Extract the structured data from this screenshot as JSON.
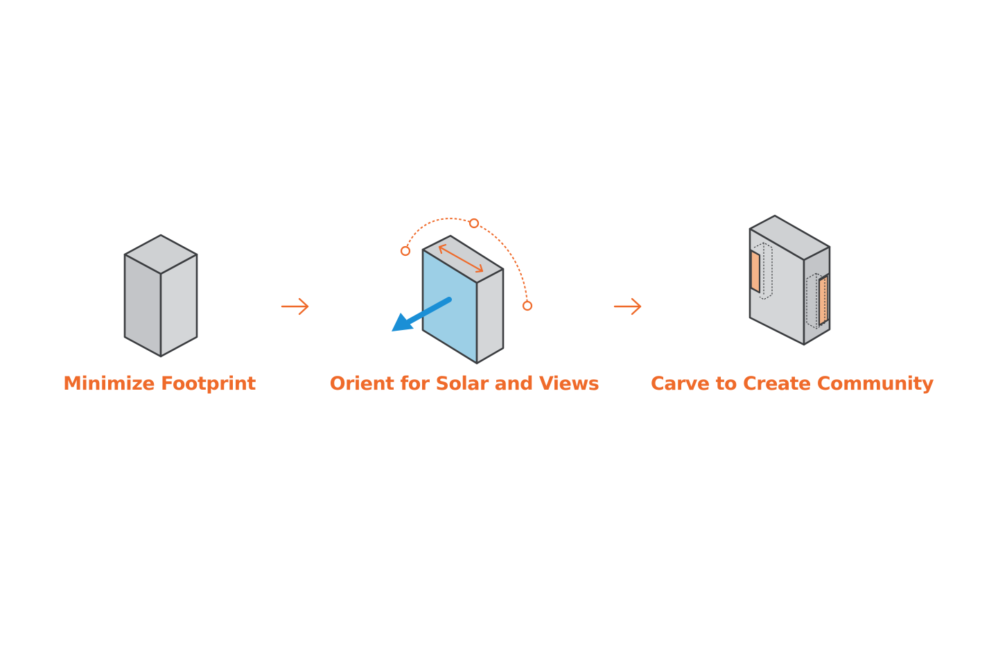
{
  "colors": {
    "accent": "#ef6a2a",
    "cube_top": "#cfd1d3",
    "cube_left": "#c3c5c8",
    "cube_right": "#d4d6d8",
    "outline": "#3b3d40",
    "glass": "#9ccfe6",
    "view_arrow": "#1a8fd6",
    "carve": "#f4b489"
  },
  "steps": [
    {
      "label": "Minimize Footprint",
      "icon": "tower-block-icon"
    },
    {
      "label": "Orient for Solar and Views",
      "icon": "oriented-block-icon"
    },
    {
      "label": "Carve to Create Community",
      "icon": "carved-block-icon"
    }
  ],
  "connectors": [
    "arrow-right-icon",
    "arrow-right-icon"
  ]
}
